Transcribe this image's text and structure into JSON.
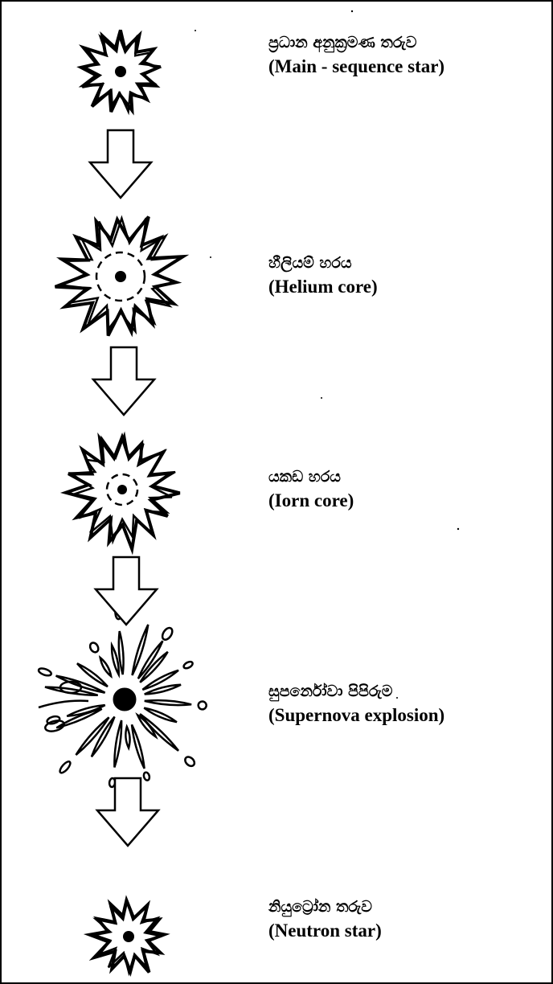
{
  "stages": [
    {
      "si": "ප්‍රධාන අනුක්‍රමණ තරුව",
      "en": "(Main - sequence star)",
      "icon": "main-sequence-star-icon"
    },
    {
      "si": "හීලියම් හරය",
      "en": "(Helium core)",
      "icon": "helium-core-star-icon"
    },
    {
      "si": "යකඩ හරය",
      "en": "(Iorn core)",
      "icon": "iron-core-star-icon"
    },
    {
      "si": "සුපර්නෝවා පිපිරුම",
      "en": "(Supernova explosion)",
      "icon": "supernova-explosion-icon"
    },
    {
      "si": "නියුට්‍රෝන තරුව",
      "en": "(Neutron star)",
      "icon": "neutron-star-icon"
    }
  ],
  "arrow_icon": "down-arrow-icon",
  "colors": {
    "ink": "#000000",
    "background": "#ffffff"
  }
}
